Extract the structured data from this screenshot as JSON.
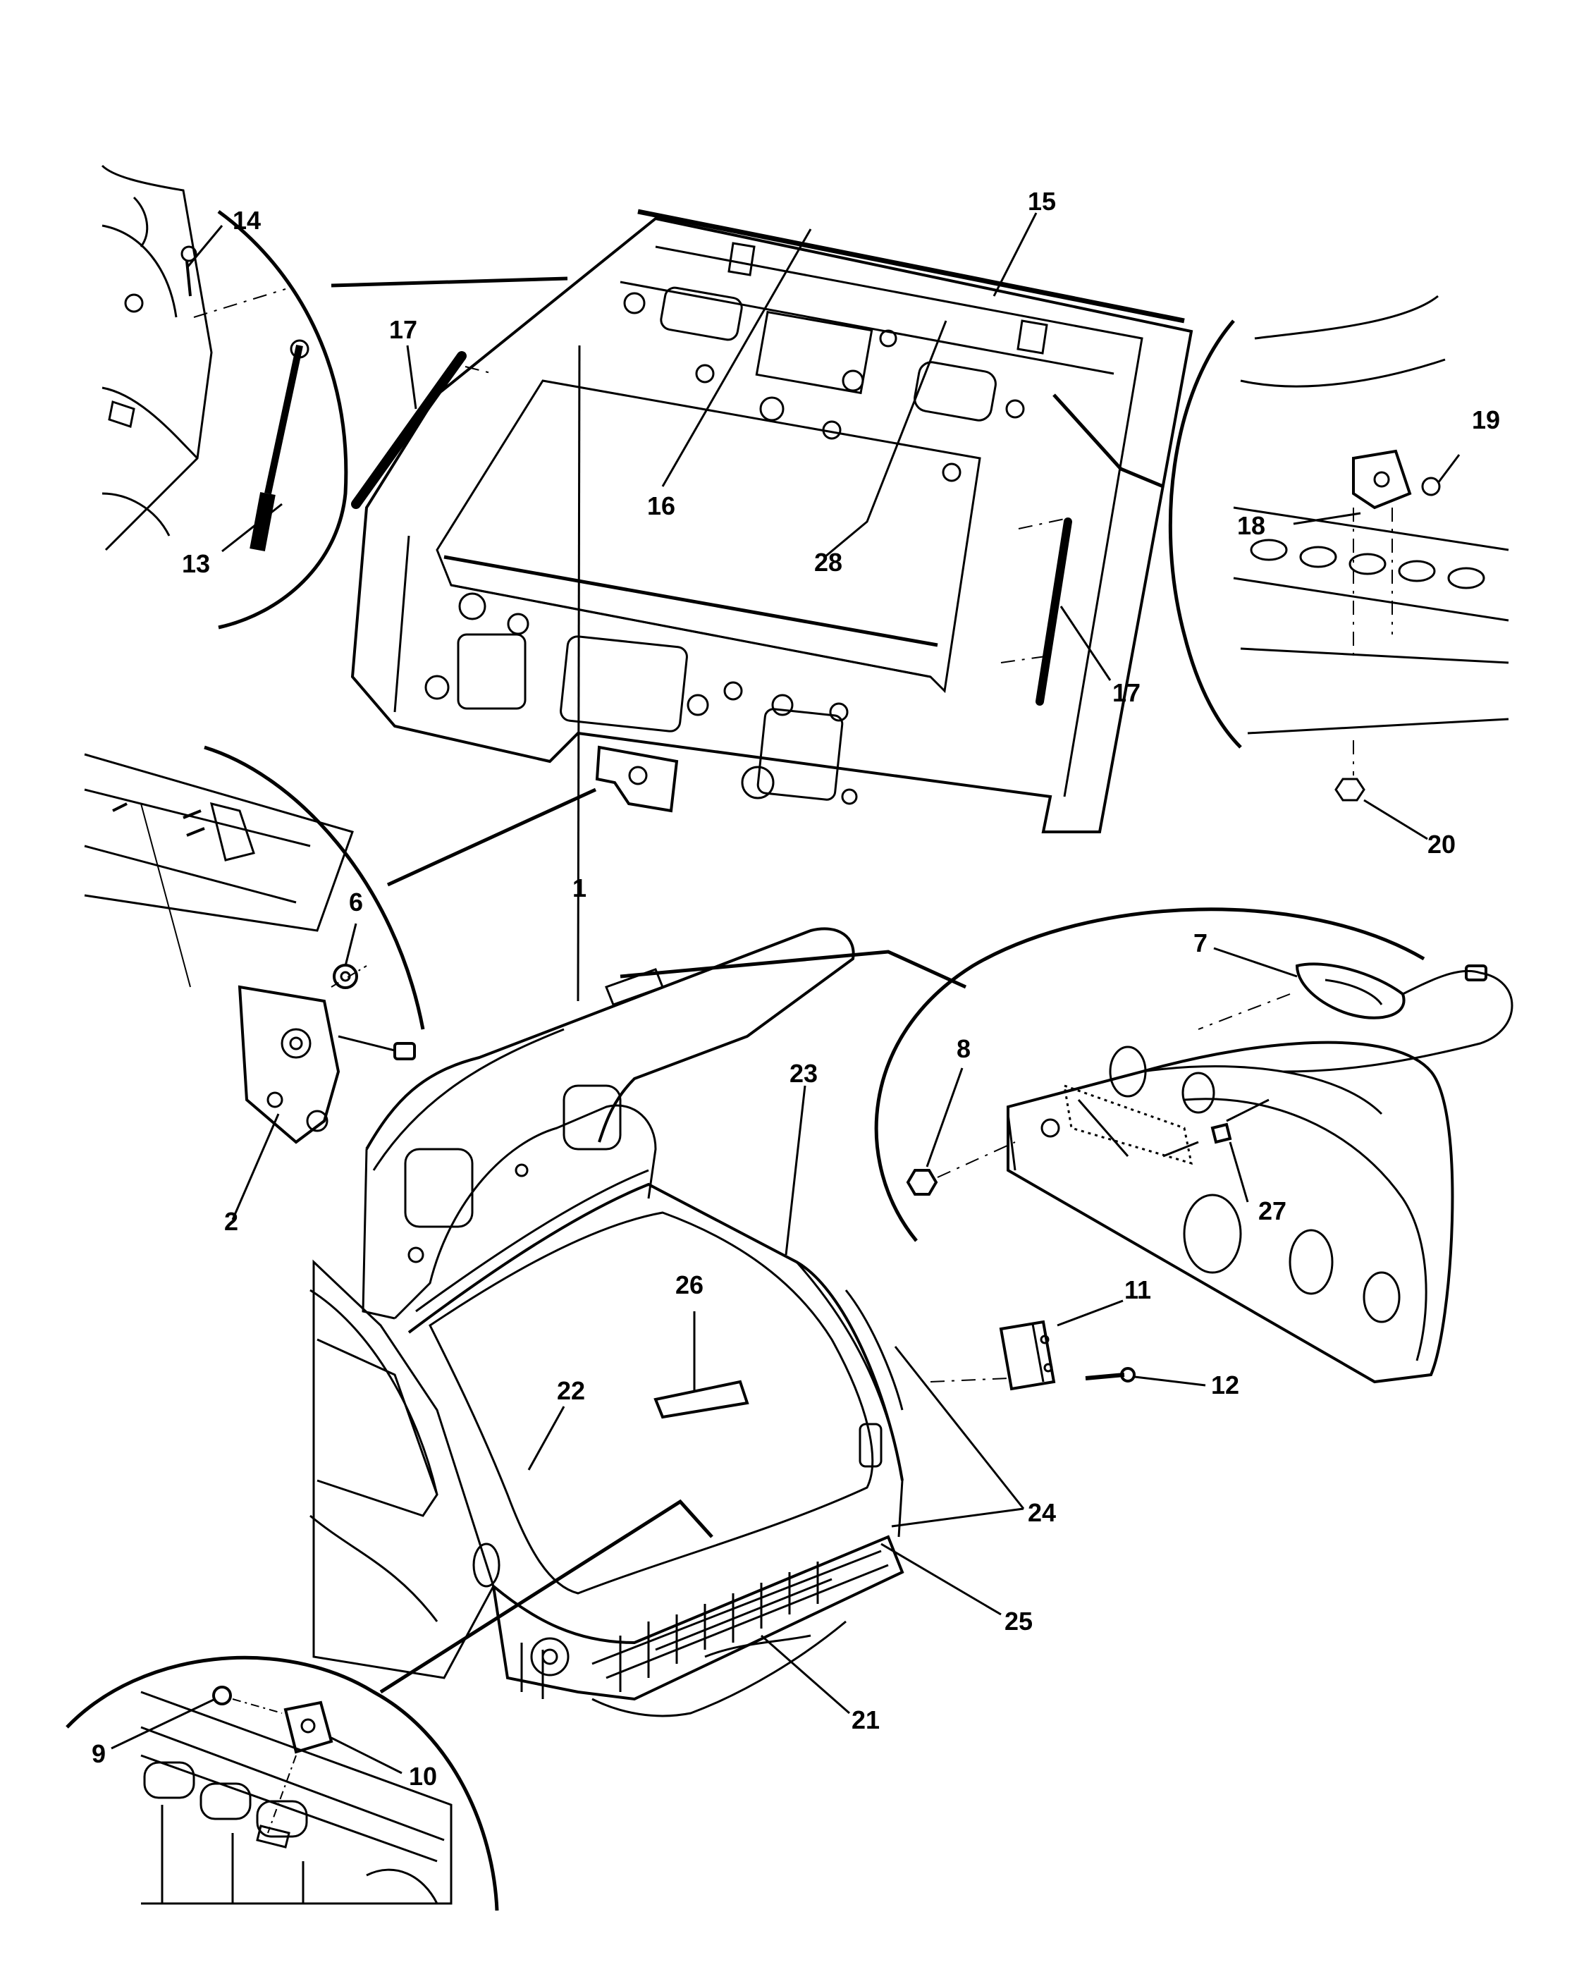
{
  "colors": {
    "ink": "#000000",
    "paper": "#ffffff"
  },
  "callouts": {
    "c1": "1",
    "c2": "2",
    "c6": "6",
    "c7": "7",
    "c8": "8",
    "c9": "9",
    "c10": "10",
    "c11": "11",
    "c12": "12",
    "c13": "13",
    "c14": "14",
    "c15": "15",
    "c16": "16",
    "c17a": "17",
    "c17b": "17",
    "c18": "18",
    "c19": "19",
    "c20": "20",
    "c21": "21",
    "c22": "22",
    "c23": "23",
    "c24": "24",
    "c25": "25",
    "c26": "26",
    "c27": "27",
    "c28": "28"
  }
}
